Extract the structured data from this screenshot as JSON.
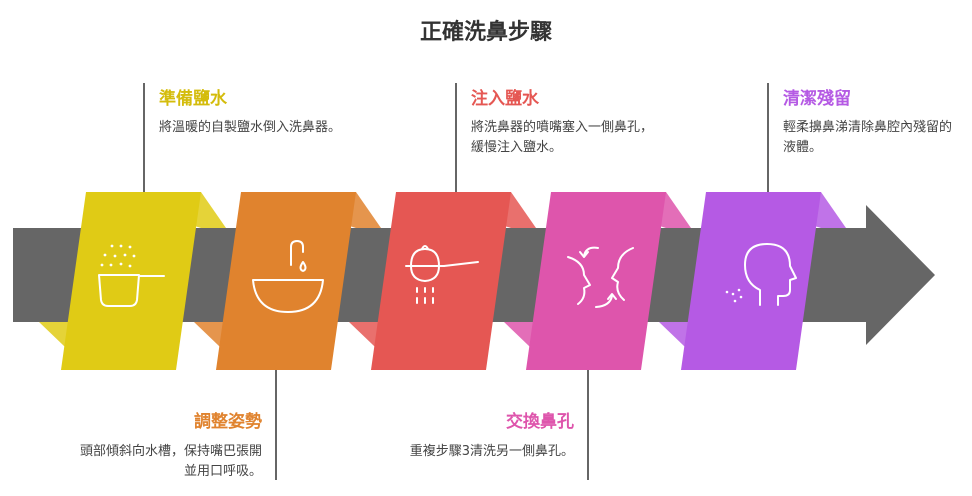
{
  "title": "正確洗鼻步驟",
  "colors": {
    "arrow": "#666666",
    "step1": "#e0cb15",
    "step2": "#e0832e",
    "step3": "#e55753",
    "step4": "#de55ac",
    "step5": "#b55ae4"
  },
  "steps": [
    {
      "title": "準備鹽水",
      "desc": "將溫暖的自製鹽水倒入洗鼻器。",
      "icon": "cup-with-salt-icon"
    },
    {
      "title": "調整姿勢",
      "desc": "頭部傾斜向水槽，保持嘴巴張開並用口呼吸。",
      "icon": "sink-faucet-icon"
    },
    {
      "title": "注入鹽水",
      "desc": "將洗鼻器的噴嘴塞入一側鼻孔，緩慢注入鹽水。",
      "icon": "pouring-pot-icon"
    },
    {
      "title": "交換鼻孔",
      "desc": "重複步驟3清洗另一側鼻孔。",
      "icon": "swap-faces-icon"
    },
    {
      "title": "清潔殘留",
      "desc": "輕柔擤鼻涕清除鼻腔內殘留的液體。",
      "icon": "head-sneeze-icon"
    }
  ]
}
